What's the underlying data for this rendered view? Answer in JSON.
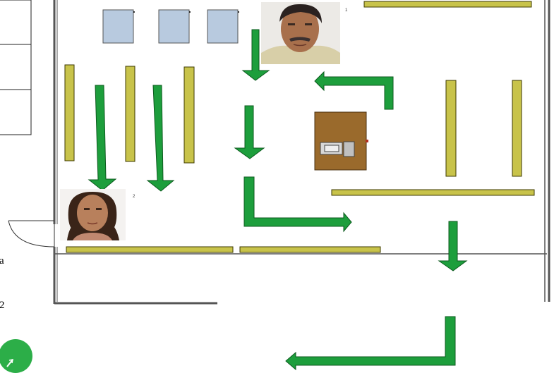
{
  "labels": {
    "side_label_a": "a",
    "side_label_2": "2",
    "photo1_marker": "1",
    "photo2_marker": "2"
  },
  "colors": {
    "shelf_fill": "#c8c34a",
    "shelf_border": "#3d3a00",
    "arrow_fill": "#1d9e3c",
    "arrow_border": "#0c5a1e",
    "desk_fill": "#9a6a2c",
    "cabinet_fill": "#b8cadf",
    "wall": "#444444"
  },
  "icons": {
    "exit_badge": "green-circle-icon",
    "register": "cash-register-icon"
  }
}
